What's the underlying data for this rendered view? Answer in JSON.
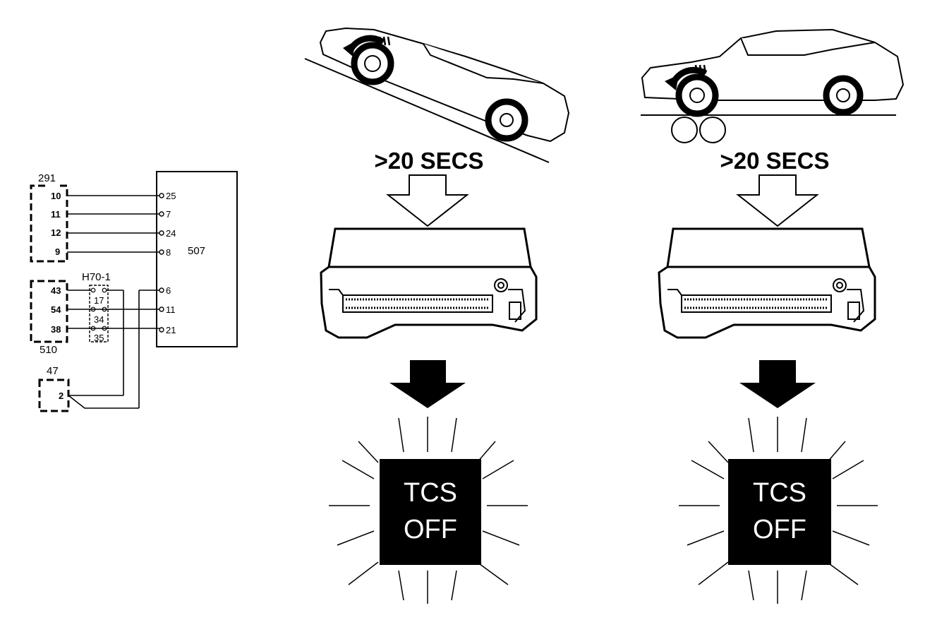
{
  "wiring": {
    "connector_291": {
      "label": "291",
      "pins": [
        "10",
        "11",
        "12",
        "9"
      ]
    },
    "connector_510": {
      "label": "510",
      "pins": [
        "43",
        "54",
        "38"
      ]
    },
    "connector_47": {
      "label": "47",
      "pins": [
        "2"
      ]
    },
    "connector_h70": {
      "label": "H70-1",
      "pins": [
        "17",
        "34",
        "35"
      ]
    },
    "module_507": {
      "label": "507",
      "pins": [
        "25",
        "7",
        "24",
        "8",
        "6",
        "11",
        "21"
      ]
    }
  },
  "panels": [
    {
      "scenario": "vehicle-on-incline",
      "duration": ">20 SECS",
      "lamp": {
        "line1": "TCS",
        "line2": "OFF"
      }
    },
    {
      "scenario": "vehicle-on-rollers",
      "duration": ">20 SECS",
      "lamp": {
        "line1": "TCS",
        "line2": "OFF"
      }
    }
  ],
  "colors": {
    "ink": "#000000",
    "paper": "#ffffff",
    "lamp_text": "#ffffff"
  }
}
